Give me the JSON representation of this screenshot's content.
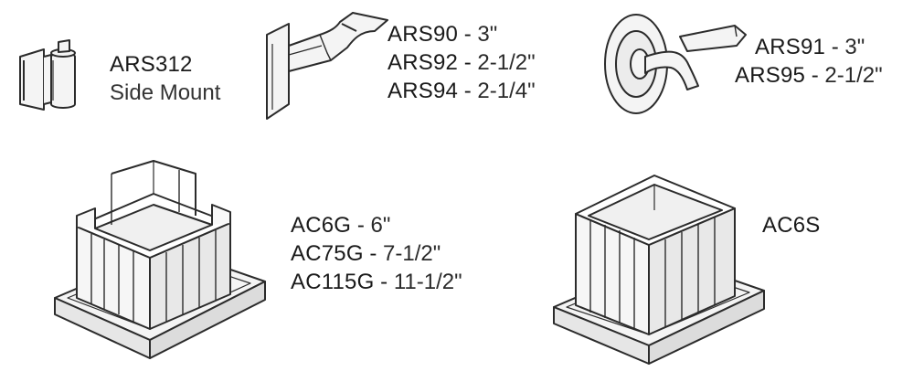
{
  "colors": {
    "line": "#2b2b2b",
    "fill": "#f4f4f4",
    "shade": "#dcdcdc",
    "accent": "#e8553d"
  },
  "parts": [
    {
      "id": "ars312",
      "lines": [
        {
          "code": "ARS312",
          "sep": "",
          "dim": ""
        },
        {
          "code": "",
          "sep": "",
          "dim": "Side Mount"
        }
      ]
    },
    {
      "id": "ars90",
      "lines": [
        {
          "code": "ARS90",
          "sep": " - ",
          "dim": "3\""
        },
        {
          "code": "ARS92",
          "sep": " - ",
          "dim": "2-1/2\""
        },
        {
          "code": "ARS94",
          "sep": " - ",
          "dim": "2-1/4\""
        }
      ]
    },
    {
      "id": "ars91",
      "lines": [
        {
          "code": "ARS91",
          "sep": " - ",
          "dim": "3\""
        },
        {
          "code": "ARS95",
          "sep": " - ",
          "dim": "2-1/2\""
        }
      ]
    },
    {
      "id": "ac6g",
      "lines": [
        {
          "code": "AC6G",
          "sep": " - ",
          "dim": "6\""
        },
        {
          "code": "AC75G",
          "sep": " - ",
          "dim": "7-1/2\""
        },
        {
          "code": "AC115G",
          "sep": " - ",
          "dim": "11-1/2\""
        }
      ]
    },
    {
      "id": "ac6s",
      "lines": [
        {
          "code": "AC6S",
          "sep": "",
          "dim": ""
        }
      ]
    }
  ]
}
